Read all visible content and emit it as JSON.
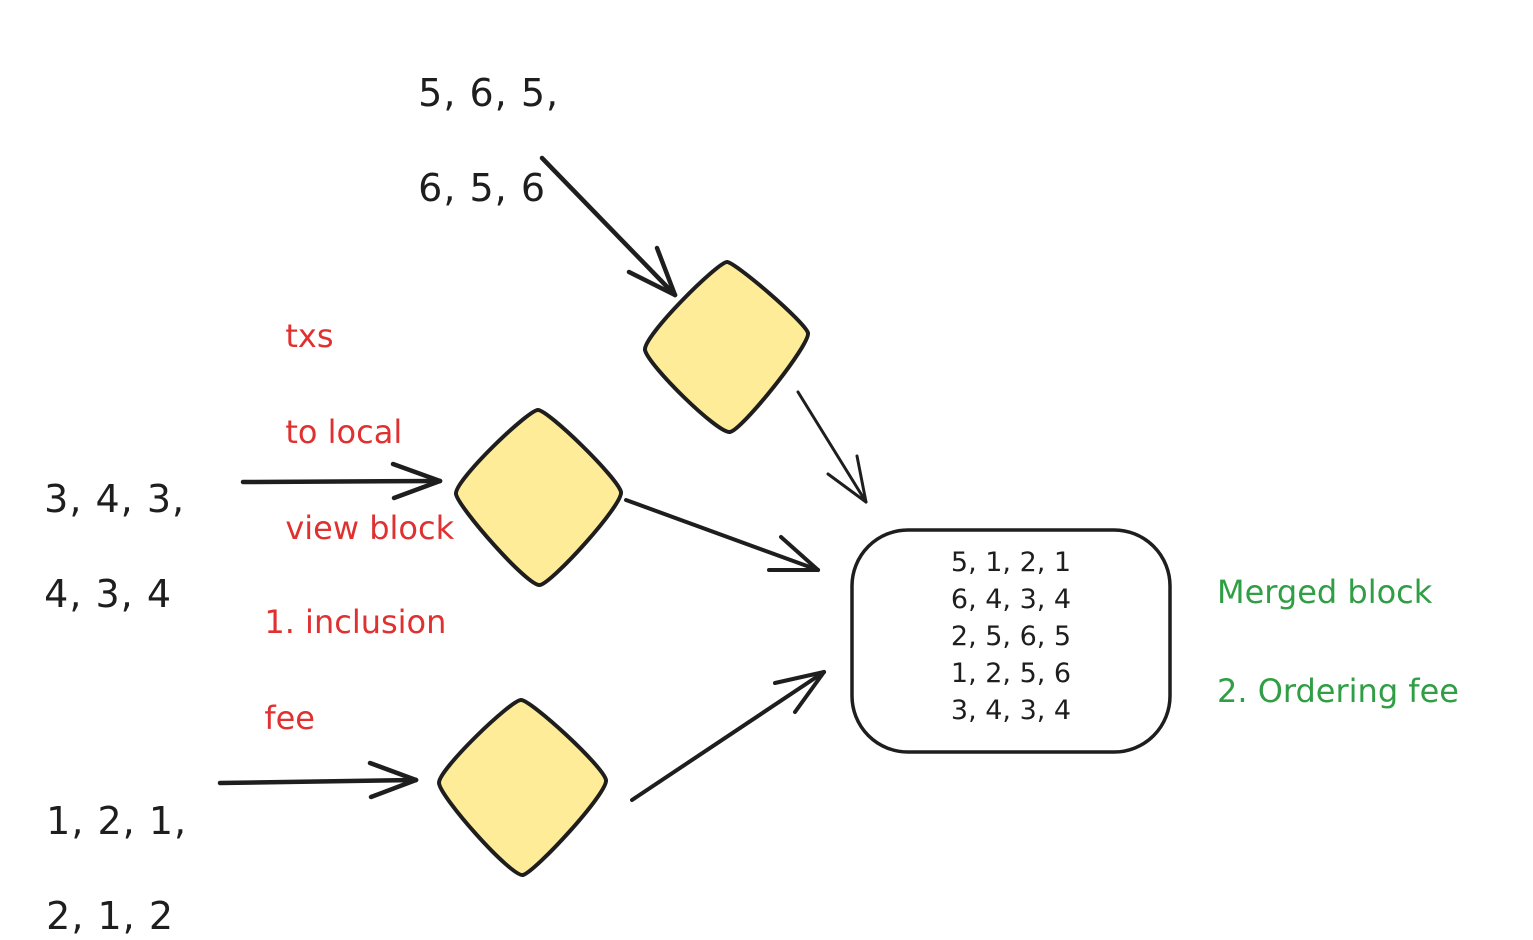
{
  "inputs": {
    "top": {
      "line1": "5, 6, 5,",
      "line2": "6, 5, 6"
    },
    "middle": {
      "line1": "3, 4, 3,",
      "line2": "4, 3, 4"
    },
    "bottom": {
      "line1": "1, 2, 1,",
      "line2": "2, 1, 2"
    }
  },
  "annotations": {
    "txs_to_local": [
      "txs",
      "to local",
      "view block"
    ],
    "inclusion_fee": [
      "1. inclusion",
      "fee"
    ],
    "merged_block": "Merged block",
    "ordering_fee": "2. Ordering fee"
  },
  "merged_block_rows": [
    "5, 1, 2, 1",
    "6, 4, 3, 4",
    "2, 5, 6, 5",
    "1, 2, 5, 6",
    "3, 4, 3, 4"
  ],
  "colors": {
    "stroke": "#1e1e1e",
    "diamond_fill": "#ffec99",
    "red_text": "#e03131",
    "green_text": "#2f9e44"
  }
}
